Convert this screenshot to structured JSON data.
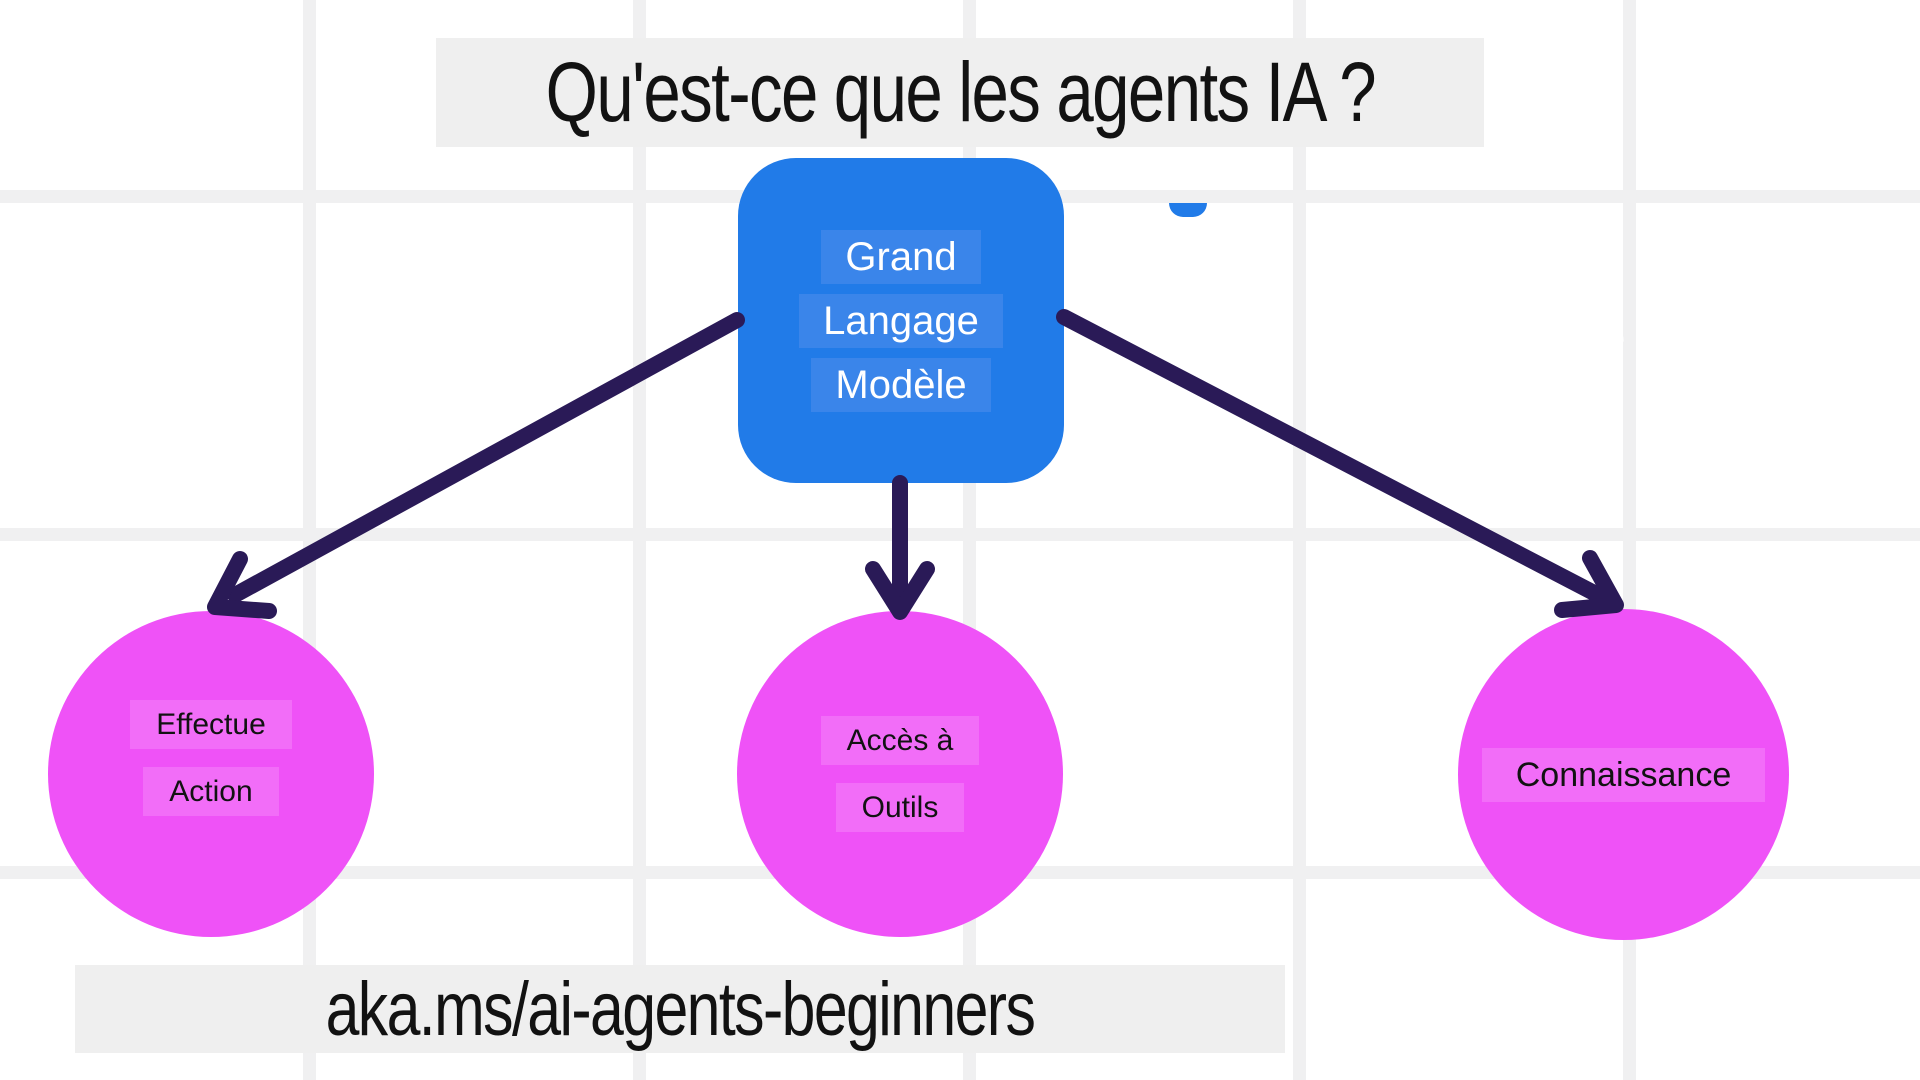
{
  "header": {
    "title": "Qu'est-ce que les agents IA ?"
  },
  "llm_box": {
    "lines": [
      "Grand",
      "Langage",
      "Modèle"
    ]
  },
  "nodes": [
    {
      "id": "action",
      "lines": [
        "Effectue",
        "Action"
      ]
    },
    {
      "id": "tools",
      "lines": [
        "Accès à",
        "Outils"
      ]
    },
    {
      "id": "knowledge",
      "lines": [
        "Connaissance"
      ]
    }
  ],
  "footer": {
    "link": "aka.ms/ai-agents-beginners"
  },
  "artifacts": {
    "ghost_glyph_top": "e",
    "ghost_glyph_bottom": ")"
  },
  "colors": {
    "bg": "#ffffff",
    "grid": "#f0f0f1",
    "strip": "#efefef",
    "blue": "#217be8",
    "blue-strip": "#3a85ea",
    "pink": "#ef52f7",
    "pink-strip": "#f26df8",
    "arrow": "#2a1a57",
    "ink": "#121212",
    "white": "#ffffff"
  }
}
